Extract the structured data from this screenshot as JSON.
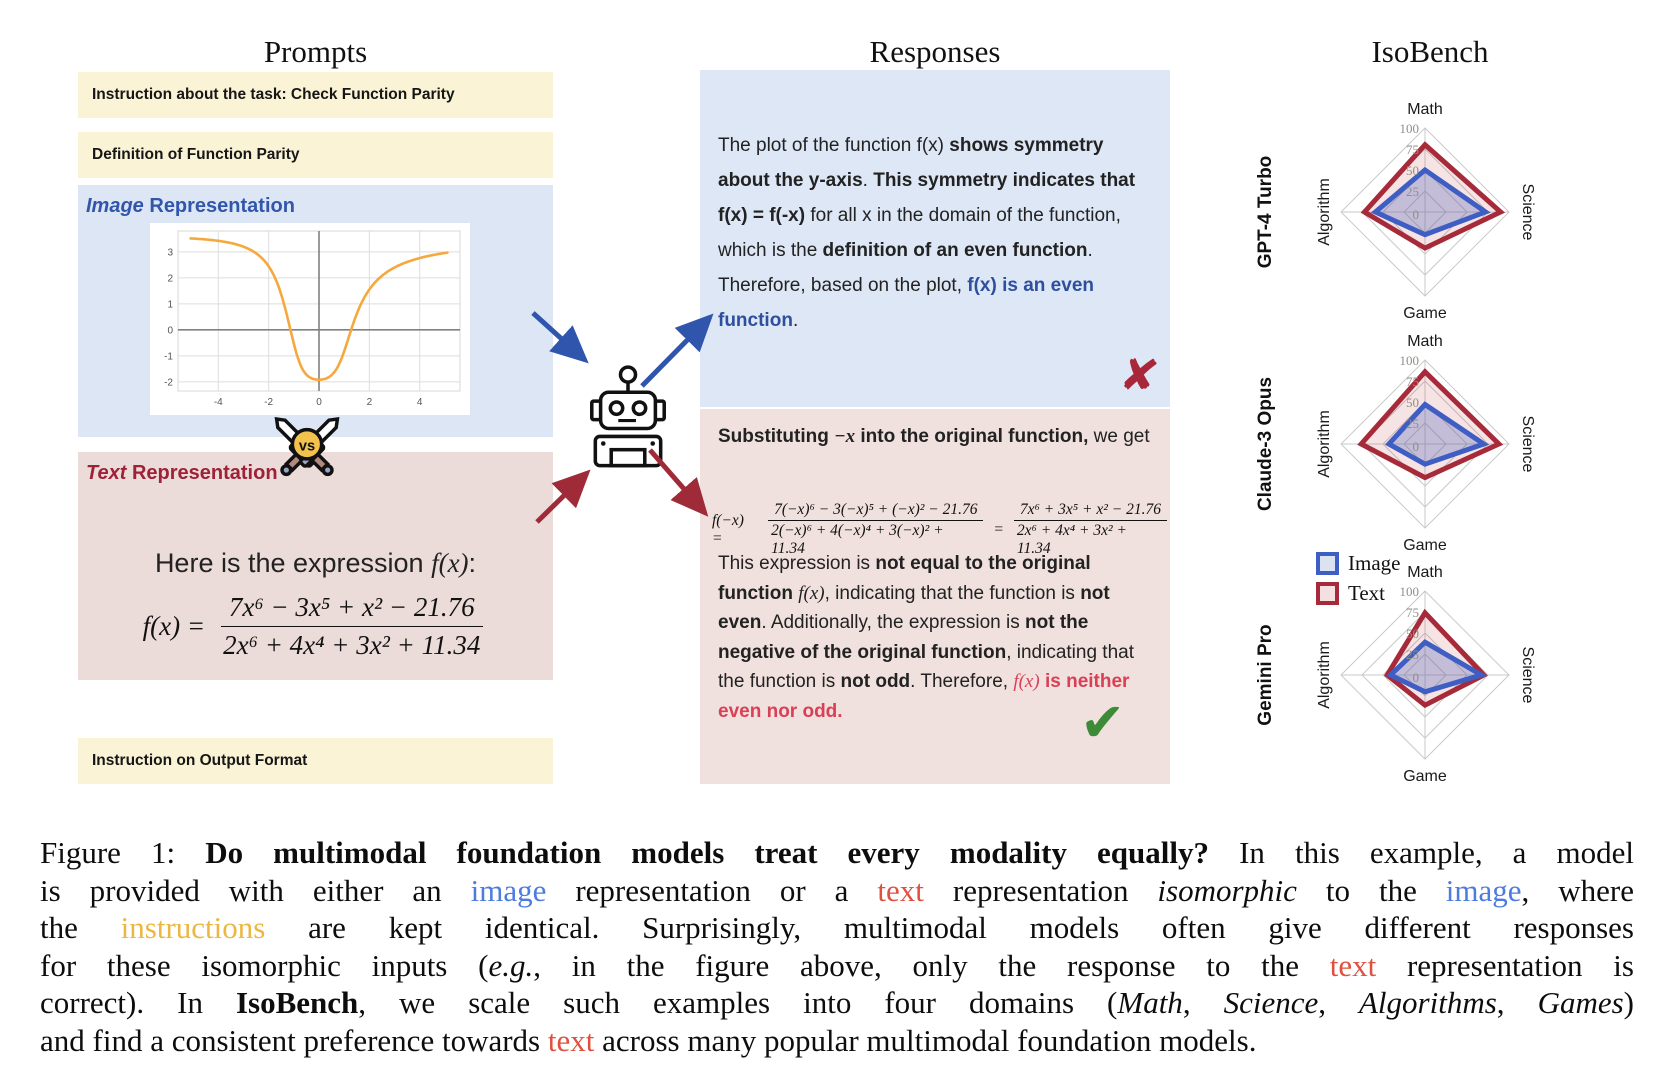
{
  "colors": {
    "yellowBox": "#faf3d5",
    "blueBox": "#dce6f5",
    "pinkBox": "#ecdcd9",
    "respBlue": "#dde7f6",
    "respPink": "#f0e1de",
    "imageBlue": "#3156ac",
    "textRed": "#9e2138",
    "boldBlue": "#2d4f9e",
    "brightRed": "#d94056",
    "captionBlue": "#4c7ce0",
    "captionRed": "#e0503f",
    "captionGold": "#ecb740",
    "radarBlue": "#3e5ec4",
    "radarRed": "#a62a39",
    "curveOrange": "#f5a83c",
    "crossRed": "#a8283a",
    "checkGreen": "#3d8b37",
    "arrowBlue": "#2f55ad",
    "arrowRed": "#a02b38"
  },
  "prompts": {
    "title": "Prompts",
    "box1": "Instruction about the task: Check Function Parity",
    "box2": "Definition of Function Parity",
    "box3": "Instruction on Output Format",
    "image_rep": {
      "word": "Image",
      "rest": " Representation"
    },
    "text_rep": {
      "word": "Text",
      "rest": " Representation"
    },
    "vs_label": "vs",
    "text_box": {
      "intro_plain": "Here is the expression ",
      "intro_math": "f(x)",
      "intro_colon": ":",
      "formula": {
        "lhs": "f(x) =",
        "num": "7x⁶ − 3x⁵ + x² − 21.76",
        "den": "2x⁶ + 4x⁴ + 3x² + 11.34"
      }
    }
  },
  "responses": {
    "title": "Responses",
    "image_response": {
      "mark": "✘",
      "segments": [
        {
          "t": "The plot of the function f(x) "
        },
        {
          "t": "shows symmetry about the y-axis",
          "c": "b"
        },
        {
          "t": ". "
        },
        {
          "t": "This symmetry indicates that f(x) = f(-x)",
          "c": "b"
        },
        {
          "t": " for all x in the domain of the function, which is the "
        },
        {
          "t": "definition of an even function",
          "c": "b"
        },
        {
          "t": ". Therefore, based on the plot, "
        },
        {
          "t": "f(x) is an even function",
          "c": "b blue"
        },
        {
          "t": "."
        }
      ]
    },
    "text_response": {
      "mark": "✔",
      "head_segments": [
        {
          "t": "Substituting ",
          "c": "b"
        },
        {
          "t": "−x",
          "c": "b i mser"
        },
        {
          "t": " into the original function,",
          "c": "b"
        },
        {
          "t": " we get"
        }
      ],
      "equation": {
        "lhs": "f(−x) =",
        "num1": "7(−x)⁶ − 3(−x)⁵ + (−x)² − 21.76",
        "den1": "2(−x)⁶ + 4(−x)⁴ + 3(−x)² + 11.34",
        "equals": "=",
        "num2": "7x⁶ + 3x⁵ + x² − 21.76",
        "den2": "2x⁶ + 4x⁴ + 3x² + 11.34"
      },
      "body_segments": [
        {
          "t": "This expression is "
        },
        {
          "t": "not equal to the original function",
          "c": "b"
        },
        {
          "t": " "
        },
        {
          "t": "f(x)",
          "c": "i mser"
        },
        {
          "t": ", indicating that the function is "
        },
        {
          "t": "not even",
          "c": "b"
        },
        {
          "t": ". Additionally, the expression is "
        },
        {
          "t": "not the negative of the original function",
          "c": "b"
        },
        {
          "t": ", indicating that the function is "
        },
        {
          "t": "not odd",
          "c": "b"
        },
        {
          "t": ". Therefore, "
        },
        {
          "t": "f(x)",
          "c": "i mser red"
        },
        {
          "t": " "
        },
        {
          "t": "is neither even nor odd.",
          "c": "b red"
        }
      ]
    }
  },
  "isobench": {
    "title": "IsoBench",
    "legend": [
      "Image",
      "Text"
    ]
  },
  "caption": {
    "lines": [
      [
        {
          "t": "Figure 1: "
        },
        {
          "t": "Do multimodal foundation models treat every modality equally?",
          "c": "b"
        },
        {
          "t": " In this example, a model"
        }
      ],
      [
        {
          "t": "is provided with either an "
        },
        {
          "t": "image",
          "c": "cap-blue"
        },
        {
          "t": " representation or a "
        },
        {
          "t": "text",
          "c": "cap-red"
        },
        {
          "t": " representation "
        },
        {
          "t": "isomorphic",
          "c": "i"
        },
        {
          "t": " to the "
        },
        {
          "t": "image",
          "c": "cap-blue"
        },
        {
          "t": ", where"
        }
      ],
      [
        {
          "t": "the "
        },
        {
          "t": "instructions",
          "c": "cap-gold"
        },
        {
          "t": " are kept identical. Surprisingly, multimodal models often give different responses"
        }
      ],
      [
        {
          "t": "for these isomorphic inputs ("
        },
        {
          "t": "e.g.",
          "c": "i"
        },
        {
          "t": ", in the figure above, only the response to the "
        },
        {
          "t": "text",
          "c": "cap-red"
        },
        {
          "t": " representation is"
        }
      ],
      [
        {
          "t": "correct). In "
        },
        {
          "t": "IsoBench",
          "c": "b"
        },
        {
          "t": ", we scale such examples into four domains ("
        },
        {
          "t": "Math",
          "c": "i"
        },
        {
          "t": ", "
        },
        {
          "t": "Science",
          "c": "i"
        },
        {
          "t": ", "
        },
        {
          "t": "Algorithms",
          "c": "i"
        },
        {
          "t": ", "
        },
        {
          "t": "Games",
          "c": "i"
        },
        {
          "t": ")"
        }
      ],
      [
        {
          "t": "and find a consistent preference towards "
        },
        {
          "t": "text",
          "c": "cap-red"
        },
        {
          "t": " across many popular multimodal foundation models."
        }
      ]
    ]
  },
  "chart_data": [
    {
      "type": "line",
      "title": "",
      "xlabel": "",
      "ylabel": "",
      "expression": "f(x) = (7x^6 - 3x^5 + x^2 - 21.76) / (2x^6 + 4x^4 + 3x^2 + 11.34)",
      "num_coeffs": {
        "6": 7,
        "5": -3,
        "2": 1,
        "0": -21.76
      },
      "den_coeffs": {
        "6": 2,
        "4": 4,
        "2": 3,
        "0": 11.34
      },
      "xlim": [
        -5.6,
        5.6
      ],
      "ylim": [
        -2.35,
        3.8
      ],
      "xticks": [
        -4,
        -2,
        0,
        2,
        4
      ],
      "yticks": [
        -2,
        -1,
        0,
        1,
        2,
        3
      ],
      "data_xrange": [
        -5.1,
        5.1
      ],
      "grid": true,
      "line_color": "#f5a83c"
    },
    {
      "type": "radar",
      "model": "GPT-4 Turbo",
      "axes": [
        "Math",
        "Science",
        "Game",
        "Algorithm"
      ],
      "rlim": [
        0,
        100
      ],
      "rticks": [
        0,
        25,
        50,
        75,
        100
      ],
      "series": [
        {
          "name": "Image",
          "color": "#3e5ec4",
          "fill": "rgba(86,108,190,0.32)",
          "values": [
            50,
            72,
            27,
            59
          ]
        },
        {
          "name": "Text",
          "color": "#a62a39",
          "fill": "rgba(196,80,90,0.16)",
          "values": [
            80,
            90,
            43,
            72
          ]
        }
      ]
    },
    {
      "type": "radar",
      "model": "Claude-3 Opus",
      "axes": [
        "Math",
        "Science",
        "Game",
        "Algorithm"
      ],
      "rlim": [
        0,
        100
      ],
      "rticks": [
        0,
        25,
        50,
        75,
        100
      ],
      "series": [
        {
          "name": "Image",
          "color": "#3e5ec4",
          "fill": "rgba(86,108,190,0.32)",
          "values": [
            47,
            70,
            24,
            43
          ]
        },
        {
          "name": "Text",
          "color": "#a62a39",
          "fill": "rgba(196,80,90,0.16)",
          "values": [
            86,
            88,
            40,
            76
          ]
        }
      ]
    },
    {
      "type": "radar",
      "model": "Gemini Pro",
      "axes": [
        "Math",
        "Science",
        "Game",
        "Algorithm"
      ],
      "rlim": [
        0,
        100
      ],
      "rticks": [
        0,
        25,
        50,
        75,
        100
      ],
      "series": [
        {
          "name": "Image",
          "color": "#3e5ec4",
          "fill": "rgba(86,108,190,0.32)",
          "values": [
            39,
            67,
            20,
            41
          ]
        },
        {
          "name": "Text",
          "color": "#a62a39",
          "fill": "rgba(196,80,90,0.16)",
          "values": [
            74,
            70,
            36,
            45
          ]
        }
      ]
    }
  ]
}
